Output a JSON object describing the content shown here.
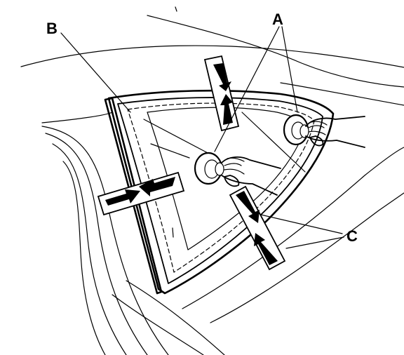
{
  "callouts": {
    "a": "A",
    "b": "B",
    "c": "C"
  },
  "parts": [
    {
      "name": "suction-cup-upper-icon"
    },
    {
      "name": "suction-cup-lower-icon"
    }
  ],
  "colors": {
    "ink": "#000000",
    "arrow_fill": "#000000",
    "arrow_panel": "#ffffff"
  }
}
